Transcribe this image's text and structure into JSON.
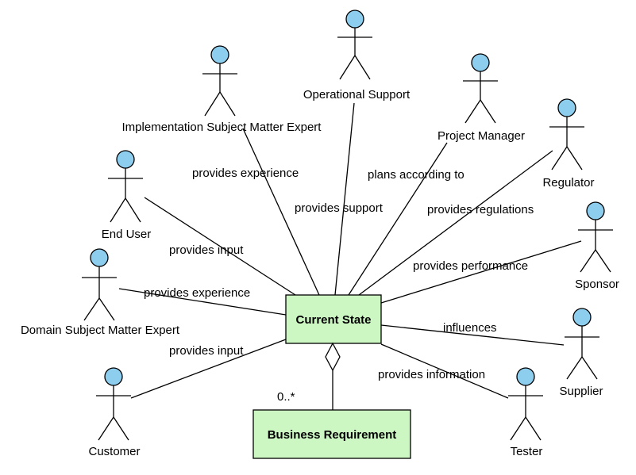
{
  "central": {
    "label": "Current State",
    "fill": "#ccf7c3"
  },
  "requirement": {
    "label": "Business Requirement",
    "fill": "#ccf7c3",
    "multiplicity": "0..*"
  },
  "actor_head_color": "#8dcdee",
  "actors": [
    {
      "id": "implementation-sme",
      "name": "Implementation Subject Matter Expert",
      "relation": "provides experience"
    },
    {
      "id": "operational-support",
      "name": "Operational Support",
      "relation": "provides support"
    },
    {
      "id": "project-manager",
      "name": "Project Manager",
      "relation": "plans according to"
    },
    {
      "id": "regulator",
      "name": "Regulator",
      "relation": "provides regulations"
    },
    {
      "id": "end-user",
      "name": "End User",
      "relation": "provides input"
    },
    {
      "id": "sponsor",
      "name": "Sponsor",
      "relation": "provides performance"
    },
    {
      "id": "domain-sme",
      "name": "Domain Subject Matter Expert",
      "relation": "provides experience"
    },
    {
      "id": "supplier",
      "name": "Supplier",
      "relation": "influences"
    },
    {
      "id": "customer",
      "name": "Customer",
      "relation": "provides input"
    },
    {
      "id": "tester",
      "name": "Tester",
      "relation": "provides information"
    }
  ]
}
